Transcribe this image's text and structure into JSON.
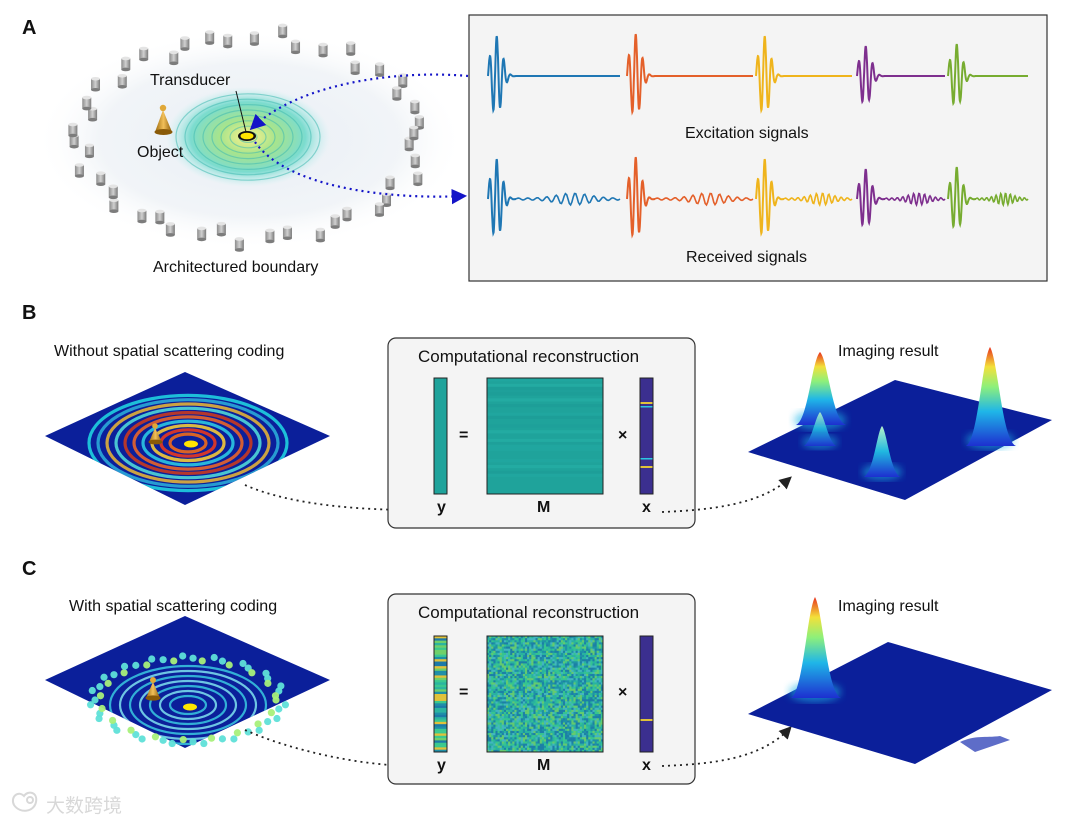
{
  "panels": {
    "a": {
      "letter": "A",
      "transducer_label": "Transducer",
      "object_label": "Object",
      "boundary_label": "Architectured boundary",
      "excitation_label": "Excitation signals",
      "received_label": "Received signals"
    },
    "b": {
      "letter": "B",
      "left_label": "Without spatial scattering coding",
      "box_title": "Computational reconstruction",
      "result_label": "Imaging result",
      "y": "y",
      "eq": "=",
      "m": "M",
      "times": "×",
      "x": "x"
    },
    "c": {
      "letter": "C",
      "left_label": "With spatial scattering coding",
      "box_title": "Computational reconstruction",
      "result_label": "Imaging result",
      "y": "y",
      "eq": "=",
      "m": "M",
      "times": "×",
      "x": "x"
    }
  },
  "watermark": "大数跨境",
  "colors": {
    "signals": [
      "#1f77b4",
      "#e4602a",
      "#efb41c",
      "#7e2f8e",
      "#77ac30"
    ],
    "matrix_teal": "#1fa39b",
    "vector_blue": "#3b2f8f",
    "plate_blue": "#0b1f9a",
    "arrow_blue": "#1414c8"
  }
}
